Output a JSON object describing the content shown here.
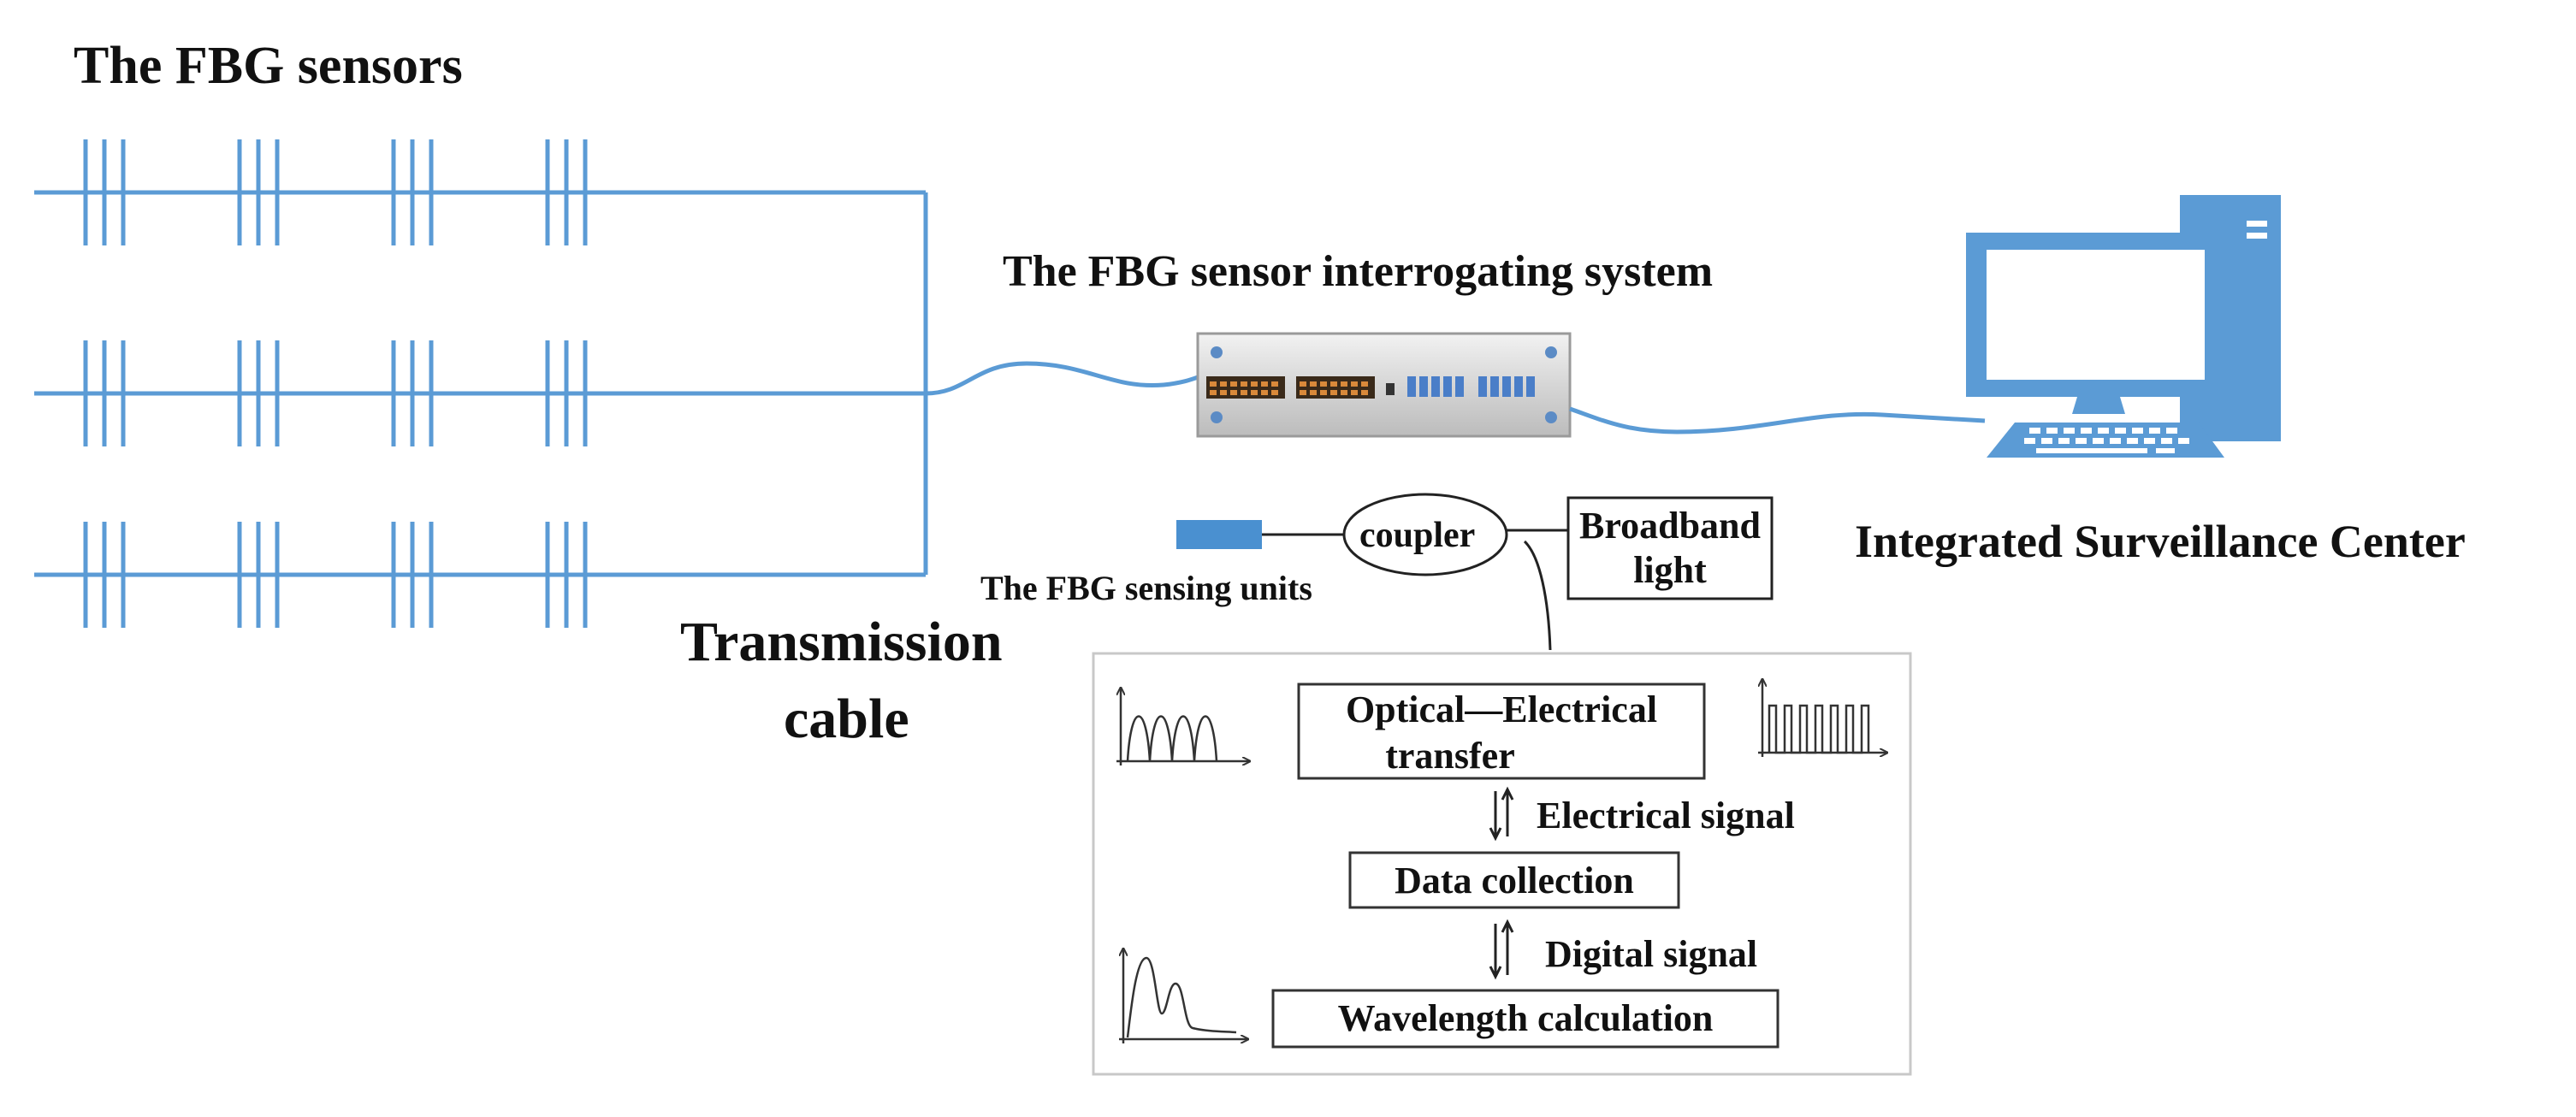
{
  "labels": {
    "sensors_title": "The FBG sensors",
    "interrogator_title": "The FBG sensor interrogating system",
    "surveillance_center": "Integrated Surveillance Center",
    "transmission_cable_line1": "Transmission",
    "transmission_cable_line2": "cable",
    "sensing_units": "The FBG sensing units",
    "coupler": "coupler",
    "broadband_line1": "Broadband",
    "broadband_line2": "light"
  },
  "processing": {
    "optical_line1": "Optical—Electrical",
    "optical_line2": "transfer",
    "electrical_signal": "Electrical signal",
    "data_collection": "Data collection",
    "digital_signal": "Digital signal",
    "wavelength_calculation": "Wavelength calculation"
  },
  "colors": {
    "fiber": "#5b9bd5",
    "device_body": "#d9d9d9",
    "computer": "#5b9bd5",
    "sensing_unit": "#4a90d0"
  },
  "icons": [
    "fbg-grating-icon",
    "interrogator-device-icon",
    "computer-icon",
    "pulse-waveform-icon",
    "square-wave-icon",
    "spectrum-peak-icon"
  ]
}
